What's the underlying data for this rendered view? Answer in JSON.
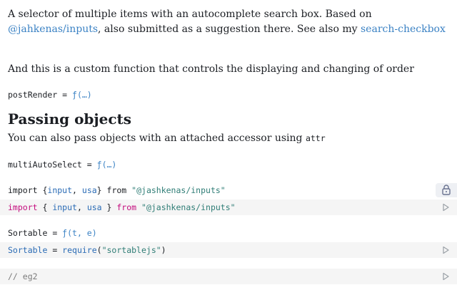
{
  "intro": {
    "text_before": "A selector of multiple items with an autocomplete search box. Based on ",
    "link1": "@jahkenas/inputs",
    "text_middle": ", also submitted as a suggestion there. See also my ",
    "link2": "search-checkbox"
  },
  "order_note": "And this is a custom function that controls the displaying and changing of order",
  "post_render": {
    "name": "postRender",
    "eq": " = ",
    "fn": "ƒ(…)"
  },
  "section_title": "Passing objects",
  "section_desc": {
    "text": "You can also pass objects with an attached accessor using ",
    "code": "attr"
  },
  "multi_auto": {
    "name": "multiAutoSelect",
    "eq": " = ",
    "fn": "ƒ(…)"
  },
  "import_out": {
    "kw": "import",
    "open": " {",
    "a": "input",
    "comma": ", ",
    "b": "usa",
    "close": "} ",
    "from": "from",
    "src": "\"@jashkenas/inputs\""
  },
  "import_cell": {
    "kw": "import",
    "open": " { ",
    "a": "input",
    "comma": ", ",
    "b": "usa",
    "close": " } ",
    "from": "from",
    "src": "\"@jashkenas/inputs\""
  },
  "sortable_out": {
    "name": "Sortable",
    "eq": " = ",
    "fn": "ƒ(t, e)"
  },
  "sortable_cell": {
    "name": "Sortable",
    "eq": " = ",
    "req": "require",
    "open": "(",
    "src": "\"sortablejs\"",
    "close": ")"
  },
  "comment_cell": "// eg2",
  "icons": {
    "run": "play-icon",
    "lock": "lock-icon"
  },
  "colors": {
    "link": "#3b82c4",
    "keyword": "#c40b7d",
    "string": "#2f7d76",
    "cell_bg": "#f5f5f5"
  }
}
